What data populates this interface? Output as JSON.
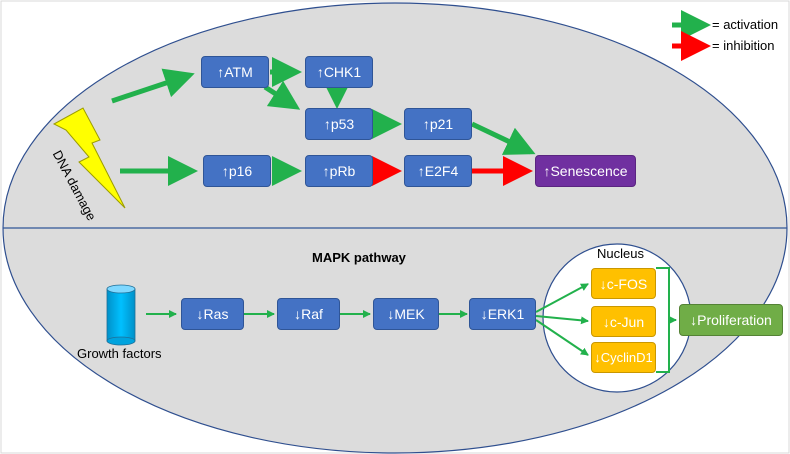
{
  "legend": {
    "activation": "= activation",
    "inhibition": "= inhibition"
  },
  "top": {
    "trigger": "DNA damage",
    "nodes": {
      "atm": "↑ATM",
      "chk1": "↑CHK1",
      "p53": "↑p53",
      "p21": "↑p21",
      "p16": "↑p16",
      "prb": "↑pRb",
      "e2f4": "↑E2F4",
      "senescence": "↑Senescence"
    }
  },
  "bottom": {
    "title": "MAPK pathway",
    "source": "Growth factors",
    "nucleus_label": "Nucleus",
    "nodes": {
      "ras": "↓Ras",
      "raf": "↓Raf",
      "mek": "↓MEK",
      "erk1": "↓ERK1",
      "cfos": "↓c-FOS",
      "cjun": "↓c-Jun",
      "cyclind1": "↓CyclinD1",
      "proliferation": "↓Proliferation"
    }
  },
  "colors": {
    "activation": "#22b14c",
    "inhibition": "#ff0000",
    "node_blue": "#4472c4",
    "senescence": "#7030a0",
    "nuclear_target": "#ffc000",
    "proliferation": "#70ad47",
    "cell_fill": "#dcdcdc",
    "lightning": "#ffff00",
    "cylinder": "#00b0f0"
  }
}
